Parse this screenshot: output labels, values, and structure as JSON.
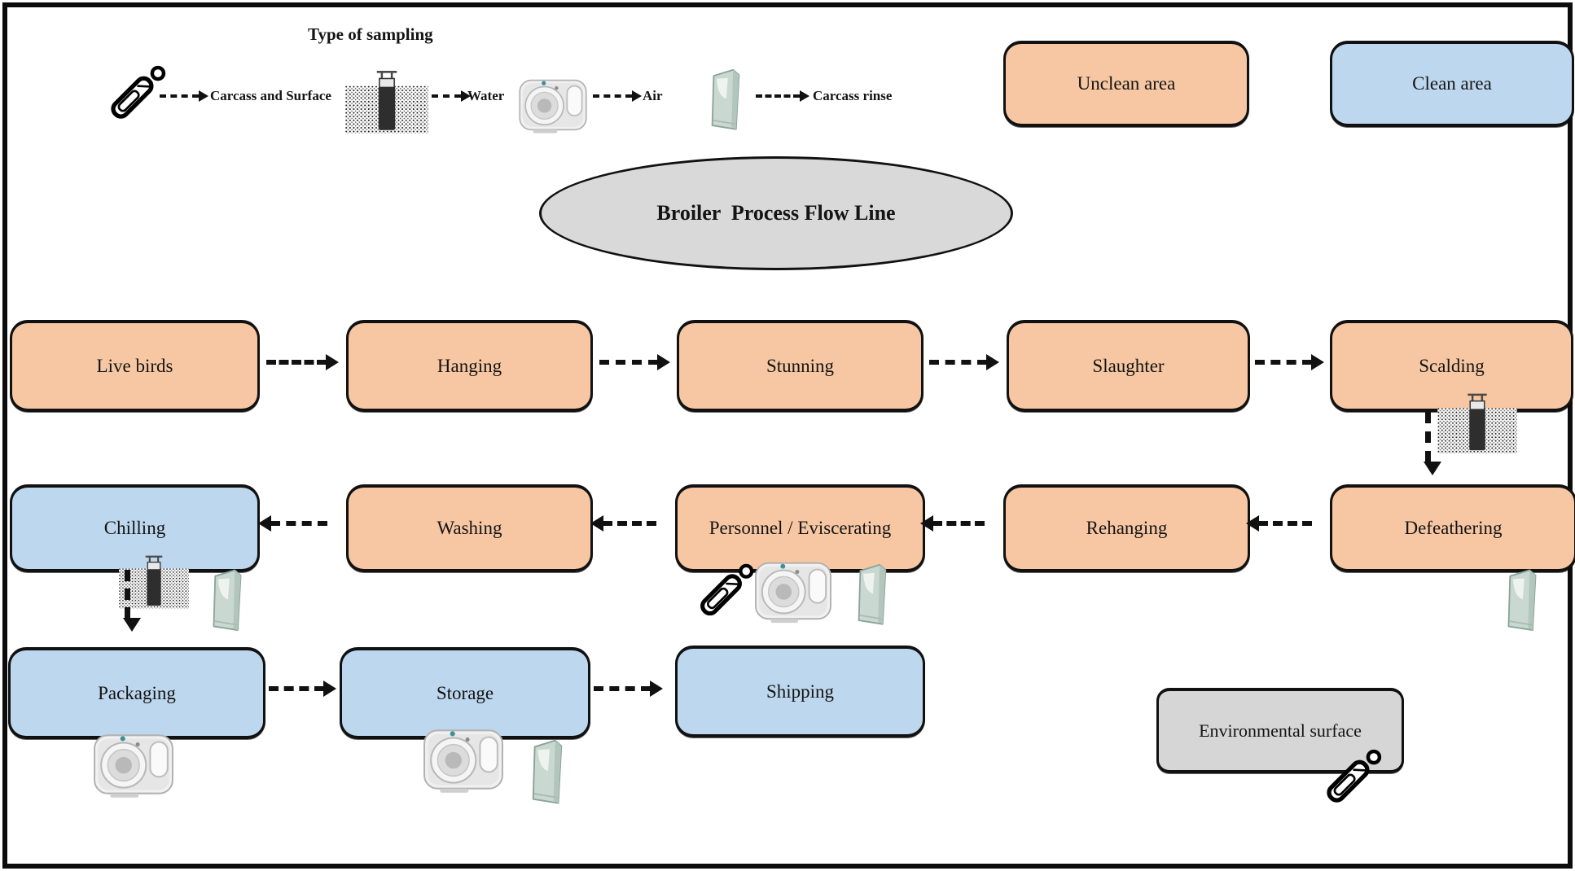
{
  "diagram": {
    "legend": {
      "title": "Type of sampling",
      "items": [
        {
          "icon": "swab-icon",
          "label": "Carcass and Surface"
        },
        {
          "icon": "water-sampler-icon",
          "label": "Water"
        },
        {
          "icon": "air-sampler-camera-icon",
          "label": "Air"
        },
        {
          "icon": "carcass-rinse-bag-icon",
          "label": "Carcass rinse"
        }
      ]
    },
    "area_key": [
      {
        "label": "Unclean area",
        "fill": "#f6c7a2"
      },
      {
        "label": "Clean area",
        "fill": "#bdd7ee"
      }
    ],
    "title": "Broiler  Process Flow Line",
    "rows": {
      "row1": [
        "Live birds",
        "Hanging",
        "Stunning",
        "Slaughter",
        "Scalding"
      ],
      "row2": [
        "Chilling",
        "Washing",
        "Personnel / Eviscerating",
        "Rehanging",
        "Defeathering"
      ],
      "row3": [
        "Packaging",
        "Storage",
        "Shipping"
      ]
    },
    "environmental_surface_label": "Environmental surface",
    "colors": {
      "unclean_area": "#f6c7a2",
      "clean_area": "#bdd7ee",
      "neutral_gray": "#d9d9d9",
      "arrow_black": "#111111"
    }
  }
}
